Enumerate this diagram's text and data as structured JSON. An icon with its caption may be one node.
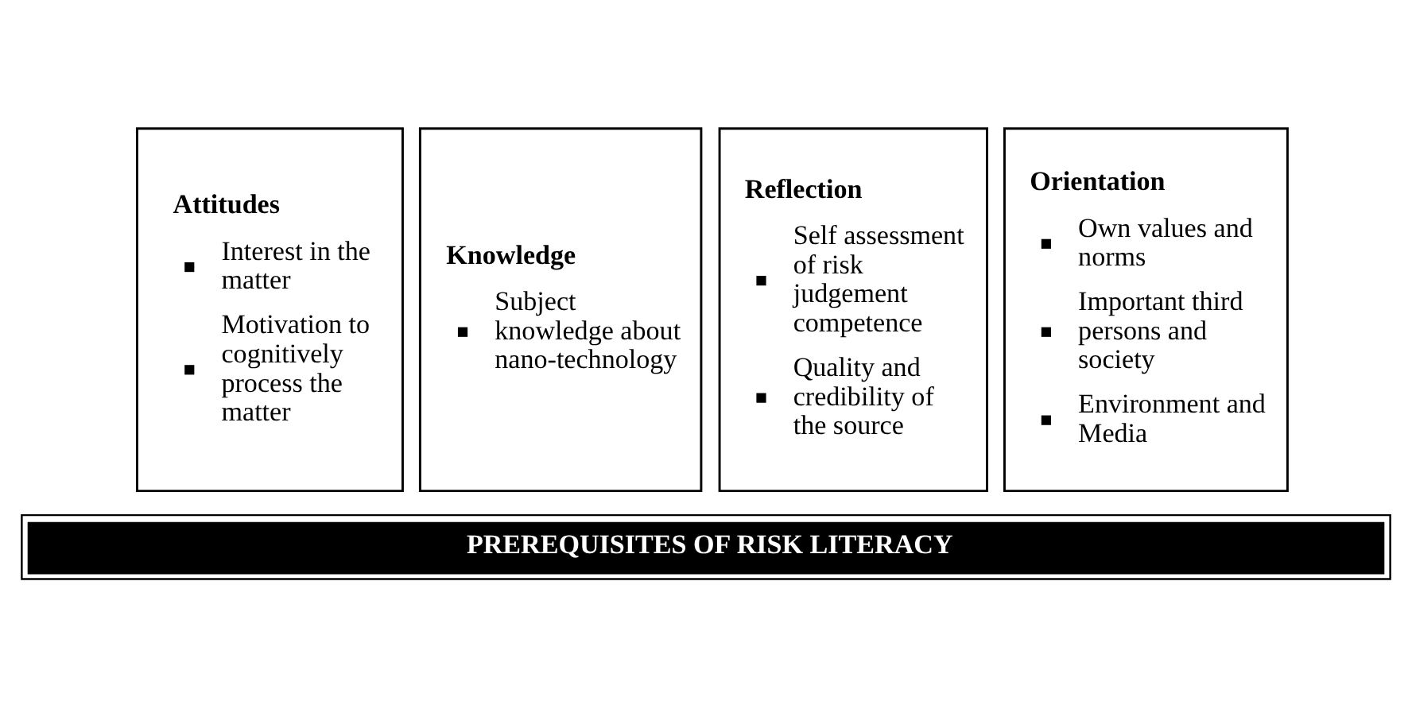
{
  "diagram": {
    "nodes": [
      {
        "text": [
          "Attitudes",
          "Interest in the matter",
          "Motivation to cognitively process the matter"
        ]
      },
      {
        "text": [
          "Knowledge",
          "Subject knowledge about nano-technology"
        ]
      },
      {
        "text": [
          "Reflection",
          "Self assessment of risk judgement competence",
          "Quality and credibility of the source"
        ]
      },
      {
        "text": [
          "Orientation",
          "Own values and norms",
          "Important third persons and society",
          "Environment and Media"
        ]
      },
      {
        "text": [
          "PREREQUISITES OF RISK LITERACY"
        ]
      }
    ]
  }
}
